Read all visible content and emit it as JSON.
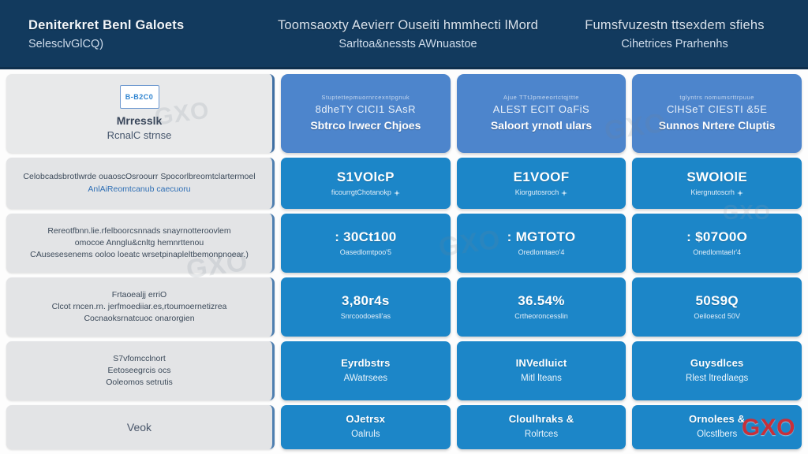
{
  "header": {
    "columns": [
      {
        "line1": "Deniterkret Benl Galoets",
        "line2": "SelesclvGlCQ)"
      },
      {
        "line1": "Toomsaoxty  Aevierr Ouseiti hmmhecti lMord",
        "line2": "Sarltoa&nessts AWnuastoe"
      },
      {
        "line1": "Fumsfvuzestn ttsexdem sfiehs",
        "line2": "Cihetrices Prarhenhs"
      }
    ]
  },
  "grid": {
    "header_row": {
      "label": {
        "badge_text": "B-B2C0",
        "title": "Mrresslk",
        "subtitle": "RcnalC strnse"
      },
      "cells": [
        {
          "tiny": "Stuptettepmuornrcexntpgnuk",
          "mid": "8dheTY CICI1 SAsR",
          "main": "Sbtrco lrwecr Chjoes"
        },
        {
          "tiny": "Ajue TTtJpmeeortctqjttte",
          "mid": "ALEST  ECIT OaFiS",
          "main": "Saloort yrnotl ulars"
        },
        {
          "tiny": "tglyntrs nomumsrttrpuue",
          "mid": "ClHSeT CIESTI &5E",
          "main": "Sunnos Nrtere Cluptis"
        }
      ]
    },
    "rows": [
      {
        "label_lines": [
          {
            "text": "Celobcadsbrotlwrde ouaoscOsroourr Spocorlbreomtclartermoel",
            "accent": false
          },
          {
            "text": "AnlAiReomtcanub caecuoru",
            "accent": true
          }
        ],
        "cells": [
          {
            "value": "S1VOlcP",
            "sub": "ficourrgtChotanokp",
            "sub_icon": "spark-icon",
            "sub_size": "small"
          },
          {
            "value": "E1VOOF",
            "sub": "Kiorgutosroch",
            "sub_icon": "spark-icon",
            "sub_size": "small"
          },
          {
            "value": "SWOlOlE",
            "sub": "Kiergnutoscrh",
            "sub_icon": "spark-icon",
            "sub_size": "small"
          }
        ]
      },
      {
        "label_lines": [
          {
            "text": "Rereotfbnn.lie.rfelboorcsnnads snayrnotteroovlem",
            "accent": false
          },
          {
            "text": "omocoe Annglu&cnltg hemnrttenou",
            "accent": false
          },
          {
            "text": "CAusesesenems ooloo loeatc wrsetpinapleltbemonpnoear.)",
            "accent": false
          }
        ],
        "cells": [
          {
            "value": ": 30Ct100",
            "sub": "Oasedlomtpoo'5",
            "sub_icon": "",
            "sub_size": "small"
          },
          {
            "value": ": MGTOTO",
            "sub": "Oredlomtaeo'4",
            "sub_icon": "",
            "sub_size": "small"
          },
          {
            "value": ": $07O0O",
            "sub": "Onedlomtaelr'4",
            "sub_icon": "",
            "sub_size": "small"
          }
        ]
      },
      {
        "label_lines": [
          {
            "text": "Frtaoealjj erriO",
            "accent": false
          },
          {
            "text": "Clcot  rncen.rn.  jerfmoediiar.es,rtoumoernetizrea",
            "accent": false
          },
          {
            "text": "Cocnaoksrnatcuoc  onarorgien",
            "accent": false
          }
        ],
        "cells": [
          {
            "value": "3,80r4s",
            "sub": "Snrcoodoesll'as",
            "sub_icon": "",
            "sub_size": "small"
          },
          {
            "value": "36.54%",
            "sub": "Crtheoroncesslin",
            "sub_icon": "",
            "sub_size": "small"
          },
          {
            "value": "50S9Q",
            "sub": "Oeiloescd 50V",
            "sub_icon": "",
            "sub_size": "small"
          }
        ]
      },
      {
        "label_lines": [
          {
            "text": "S7vfomcclnort",
            "accent": false
          },
          {
            "text": "Eetoseegrcis ocs",
            "accent": false
          },
          {
            "text": "Ooleomos setrutis",
            "accent": false
          }
        ],
        "cells": [
          {
            "value": "Eyrdbstrs",
            "sub": "AWatrsees",
            "sub_icon": "",
            "sub_size": "big"
          },
          {
            "value": "INVedluict",
            "sub": "Mitl lteans",
            "sub_icon": "",
            "sub_size": "big"
          },
          {
            "value": "Guysdlces",
            "sub": "Rlest ltredlaegs",
            "sub_icon": "",
            "sub_size": "big"
          }
        ]
      },
      {
        "label_lines": [
          {
            "text": "Veok",
            "accent": false,
            "single": true
          }
        ],
        "cells": [
          {
            "value": "OJetrsx",
            "sub": "Oalruls",
            "sub_icon": "",
            "sub_size": "big"
          },
          {
            "value": "Cloulhraks &",
            "sub": "Rolrtces",
            "sub_icon": "",
            "sub_size": "big"
          },
          {
            "value": "Ornolees &",
            "sub": "Olcstlbers",
            "sub_icon": "",
            "sub_size": "big"
          }
        ]
      }
    ]
  },
  "watermarks": {
    "faint_text": "GXO",
    "logo_text": "GXO"
  },
  "colors": {
    "header_band": "#123a5e",
    "header_card": "#4d85cc",
    "data_card": "#1c86c8",
    "label_card": "#e3e4e6",
    "logo_red": "#c8303a",
    "accent_blue": "#2f6fb5"
  }
}
